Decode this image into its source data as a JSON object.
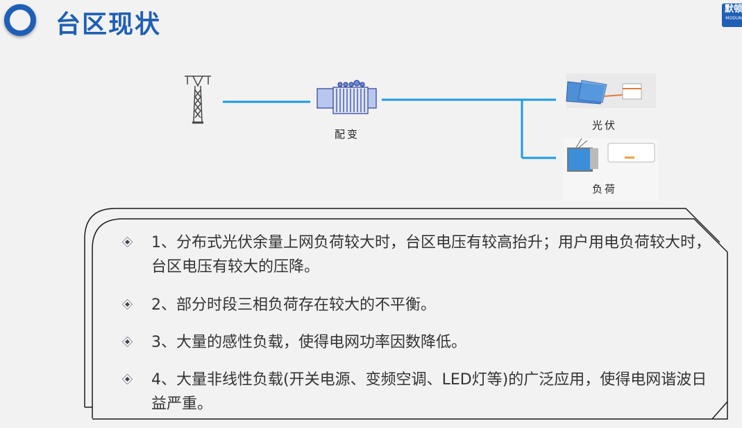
{
  "header": {
    "title": "台区现状",
    "logo_text": "默顿",
    "logo_subtext": "MODUN"
  },
  "diagram": {
    "transformer_label": "配变",
    "pv_label": "光伏",
    "load_label": "负荷",
    "line_color": "#1a9be0"
  },
  "items": [
    {
      "text": "1、分布式光伏余量上网负荷较大时，台区电压有较高抬升；用户用电负荷较大时，台区电压有较大的压降。"
    },
    {
      "text": "2、部分时段三相负荷存在较大的不平衡。"
    },
    {
      "text": "3、大量的感性负载，使得电网功率因数降低。"
    },
    {
      "text": "4、大量非线性负载(开关电源、变频空调、LED灯等)的广泛应用，使得电网谐波日益严重。"
    }
  ]
}
